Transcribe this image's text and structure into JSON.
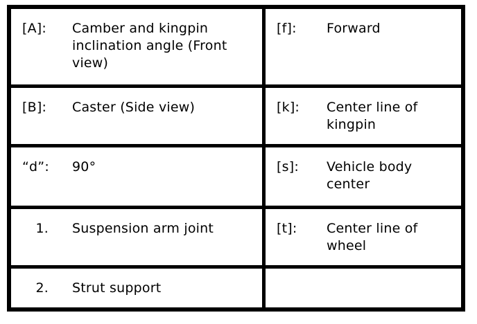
{
  "page": {
    "background_color": "#ffffff",
    "border_color": "#000000",
    "text_color": "#000000"
  },
  "table": {
    "rows": [
      {
        "left": {
          "label": "[A]:",
          "desc": "Camber and kingpin\ninclination angle (Front\nview)"
        },
        "right": {
          "label": "[f]:",
          "desc": "Forward"
        }
      },
      {
        "left": {
          "label": "[B]:",
          "desc": "Caster (Side view)"
        },
        "right": {
          "label": "[k]:",
          "desc": "Center line of\nkingpin"
        }
      },
      {
        "left": {
          "label": "“d”:",
          "desc": "90°"
        },
        "right": {
          "label": "[s]:",
          "desc": "Vehicle body\ncenter"
        }
      },
      {
        "left": {
          "label": "1.",
          "desc": "Suspension arm joint"
        },
        "right": {
          "label": "[t]:",
          "desc": "Center line of\nwheel"
        }
      },
      {
        "left": {
          "label": "2.",
          "desc": "Strut support"
        },
        "right": {
          "label": "",
          "desc": ""
        }
      }
    ]
  }
}
